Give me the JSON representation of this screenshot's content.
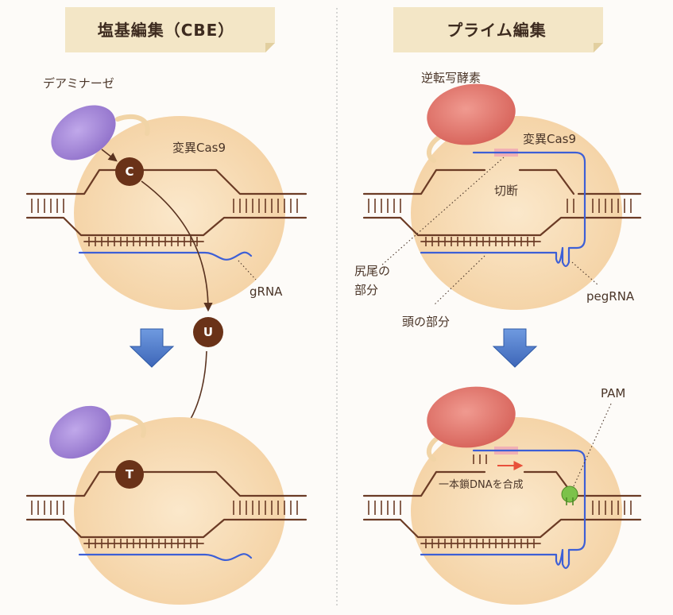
{
  "left_panel": {
    "title": "塩基編集（CBE）",
    "enzyme_label": "デアミナーゼ",
    "protein_label": "変異Cas9",
    "guide_label": "gRNA",
    "base_before": "C",
    "base_intermediate": "U",
    "base_after": "T"
  },
  "right_panel": {
    "title": "プライム編集",
    "enzyme_label": "逆転写酵素",
    "protein_label": "変異Cas9",
    "cut_label": "切断",
    "tail_label": "尻尾の\n部分",
    "head_label": "頭の部分",
    "guide_label": "pegRNA",
    "pam_label": "PAM",
    "synthesis_label": "一本鎖DNAを合成"
  },
  "colors": {
    "title_banner": "#f3e6c6",
    "cas9_blob": "#f7dcb3",
    "deaminase": "#a88ad6",
    "reverse_transcriptase": "#e27a72",
    "base_circle": "#6a3218",
    "dna": "#6b3b25",
    "rna": "#3d5fd6",
    "down_arrow": "#4a78c8",
    "pam": "#7cc24a",
    "synthesis_arrow": "#e8503a"
  }
}
